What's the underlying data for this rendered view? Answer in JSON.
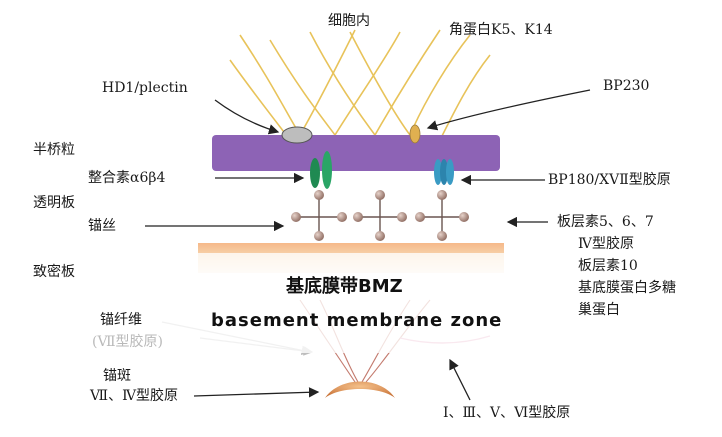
{
  "labels": {
    "intracellular": "细胞内",
    "keratin": "角蛋白K5、K14",
    "hd1": "HD1/plectin",
    "bp230": "BP230",
    "hemidesmosome": "半桥粒",
    "integrin": "整合素α6β4",
    "bp180": "BP180/XVⅡ型胶原",
    "lamina_lucida": "透明板",
    "anchoring_filaments": "锚丝",
    "laminin": "板层素5、6、7",
    "collagen_iv": "Ⅳ型胶原",
    "laminin10": "板层素10",
    "proteoglycan_line1": "基底膜蛋白多糖",
    "proteoglycan_line2": "巢蛋白",
    "lamina_densa": "致密板",
    "anchoring_fibrils": "锚纤维",
    "collagen_vii": "(Ⅶ型胶原)",
    "anchoring_plaque": "锚斑",
    "collagen_vii_iv": "Ⅶ、Ⅳ型胶原",
    "collagens_dermal": "Ⅰ、Ⅲ、Ⅴ、Ⅵ型胶原",
    "bmz_title": "基底膜带BMZ",
    "bmz_subtitle": "basement membrane zone"
  },
  "colors": {
    "hemidesmosome_plate": "#8d63b5",
    "keratin_lines": "#e8c35a",
    "lamina_densa": "#f3c79a",
    "integrin": "#1f8a52",
    "bp180": "#3a9bc4",
    "anchor_nodes": "#b08f82"
  }
}
